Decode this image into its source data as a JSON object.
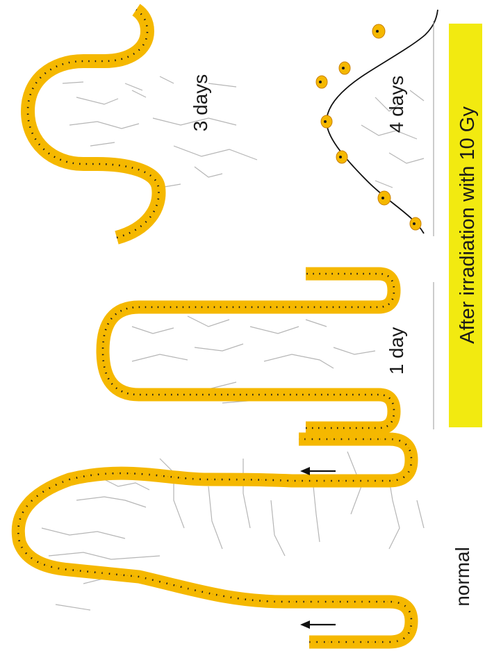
{
  "labels": {
    "normal": "normal",
    "day1": "1 day",
    "day3": "3 days",
    "day4": "4 days",
    "banner": "After irradiation with 10 Gy"
  },
  "colors": {
    "cell_fill": "#f5b800",
    "cell_border": "#c97f00",
    "nucleus": "#1a1a1a",
    "capillary": "#b5b5b5",
    "banner_bg": "#f2ea10",
    "arrow": "#111111"
  },
  "icons": [
    "arrow-left-icon"
  ]
}
